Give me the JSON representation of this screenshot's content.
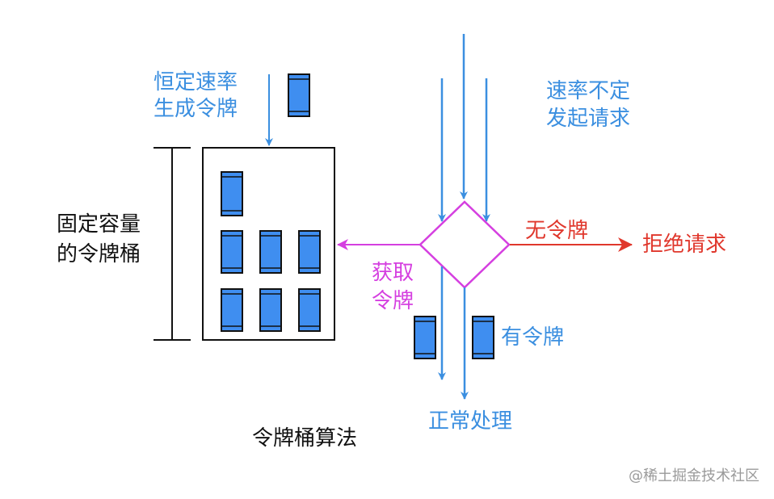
{
  "labels": {
    "constant_rate_line1": "恒定速率",
    "constant_rate_line2": "生成令牌",
    "variable_rate_line1": "速率不定",
    "variable_rate_line2": "发起请求",
    "bucket_line1": "固定容量",
    "bucket_line2": "的令牌桶",
    "get_token_line1": "获取",
    "get_token_line2": "令牌",
    "no_token": "无令牌",
    "reject": "拒绝请求",
    "has_token": "有令牌",
    "normal": "正常处理",
    "title": "令牌桶算法"
  },
  "watermark": "@稀土掘金技术社区",
  "colors": {
    "blue": "#3b8fe0",
    "token_fill": "#3f8ef0",
    "magenta": "#d53fe0",
    "red": "#e0372c",
    "black": "#111111"
  }
}
